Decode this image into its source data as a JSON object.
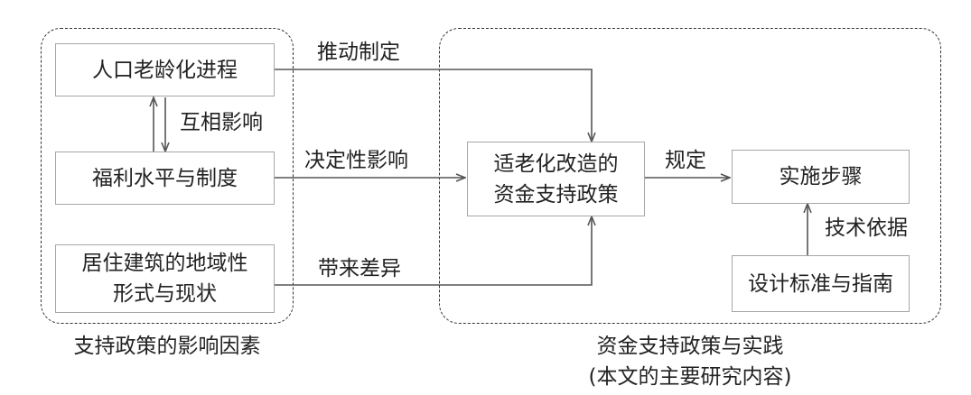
{
  "groups": {
    "factors_caption": "支持政策的影响因素",
    "policy_caption_line1": "资金支持政策与实践",
    "policy_caption_line2": "(本文的主要研究内容)"
  },
  "nodes": {
    "aging": "人口老龄化进程",
    "welfare": "福利水平与制度",
    "housing_line1": "居住建筑的地域性",
    "housing_line2": "形式与现状",
    "policy_line1": "适老化改造的",
    "policy_line2": "资金支持政策",
    "steps": "实施步骤",
    "standards": "设计标准与指南"
  },
  "edges": {
    "aging_to_policy": "推动制定",
    "mutual": "互相影响",
    "welfare_to_policy": "决定性影响",
    "housing_to_policy": "带来差异",
    "policy_to_steps": "规定",
    "standards_to_steps": "技术依据"
  },
  "colors": {
    "box_border": "#a6a6a6",
    "arrow": "#555555",
    "group_border": "#333333",
    "text": "#222222"
  }
}
